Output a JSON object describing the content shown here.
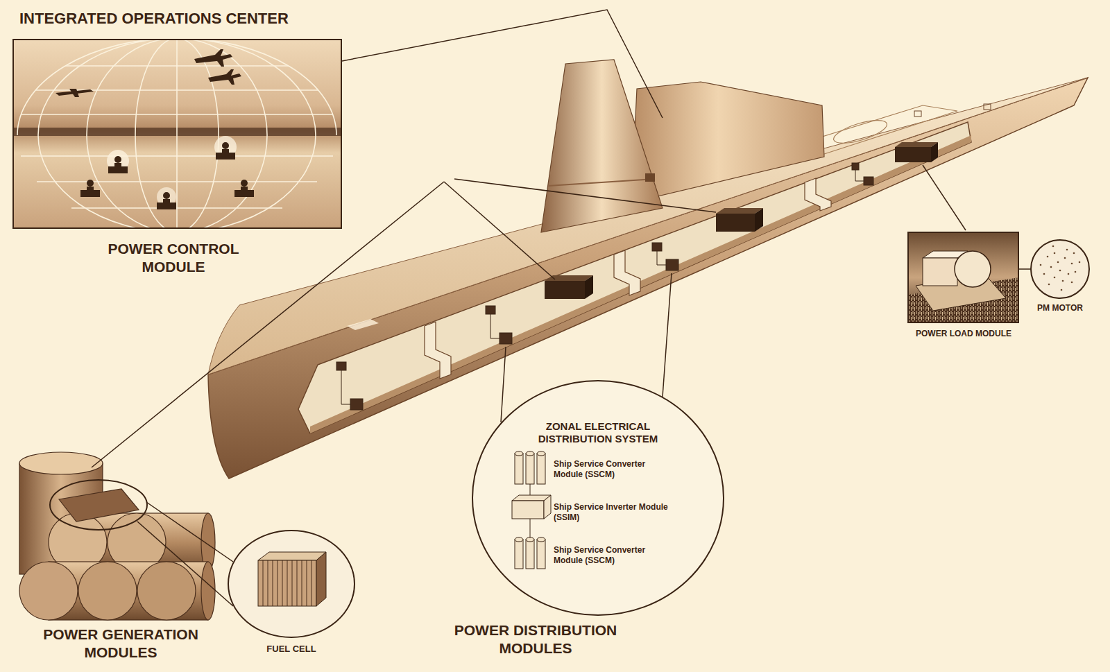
{
  "diagram": {
    "nodes": [
      {
        "text": [
          "INTEGRATED OPERATIONS CENTER"
        ]
      },
      {
        "text": [
          "POWER LOAD MODULE"
        ]
      },
      {
        "text": [
          "PM MOTOR"
        ]
      },
      {
        "text": [
          "ZONAL ELECTRICAL DISTRIBUTION SYSTEM",
          "Ship Service Converter Module (SSCM)",
          "Ship Service Inverter Module (SSIM)",
          "Ship Service Converter Module (SSCM)"
        ]
      },
      {
        "text": [
          "FUEL CELL"
        ]
      }
    ],
    "edges": [
      {
        "from": 1,
        "to": 2,
        "arrow": "none"
      }
    ],
    "labels": [
      "POWER CONTROL MODULE",
      "POWER GENERATION MODULES",
      "POWER DISTRIBUTION MODULES"
    ]
  }
}
